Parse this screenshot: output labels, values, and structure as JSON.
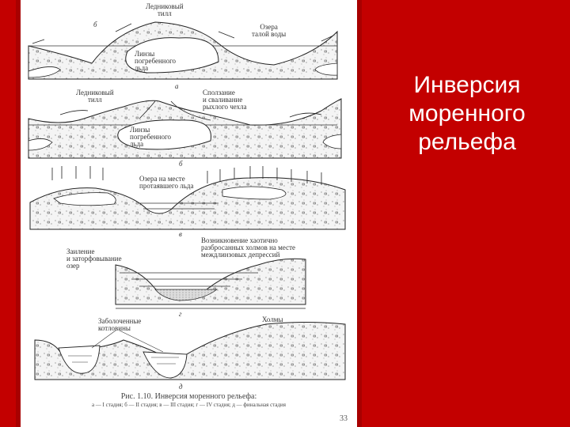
{
  "slide": {
    "title_lines": [
      "Инверсия",
      "моренного",
      "рельефа"
    ],
    "background_color": "#c30000",
    "title_color": "#ffffff"
  },
  "figure": {
    "panels": [
      {
        "stage_label": "а",
        "labels": [
          "Ледниковый\nтилл",
          "Озера\nталой воды",
          "Линзы\nпогребенного\nльда",
          "б"
        ]
      },
      {
        "stage_label": "б",
        "labels": [
          "Ледниковый\nтилл",
          "Сползание\nи сваливание\nрыхлого чехла",
          "Линзы\nпогребенного\nльда"
        ]
      },
      {
        "stage_label": "в",
        "labels": [
          "Озера на месте\nпротаявшего льда"
        ]
      },
      {
        "stage_label": "г",
        "labels": [
          "Заиление\nи заторфовывание\nозер",
          "Возникновение хаотично\nразбросанных холмов на месте\nмеждлинзовых депрессий"
        ]
      },
      {
        "stage_label": "д",
        "labels": [
          "Заболоченные\nкотловины",
          "Холмы"
        ]
      }
    ],
    "caption_title": "Рис. 1.10. Инверсия моренного рельефа:",
    "caption_legend": "а — I стадия; б — II стадия; в — III стадия; г — IV стадия; д — финальная стадия",
    "page_number": "33"
  }
}
